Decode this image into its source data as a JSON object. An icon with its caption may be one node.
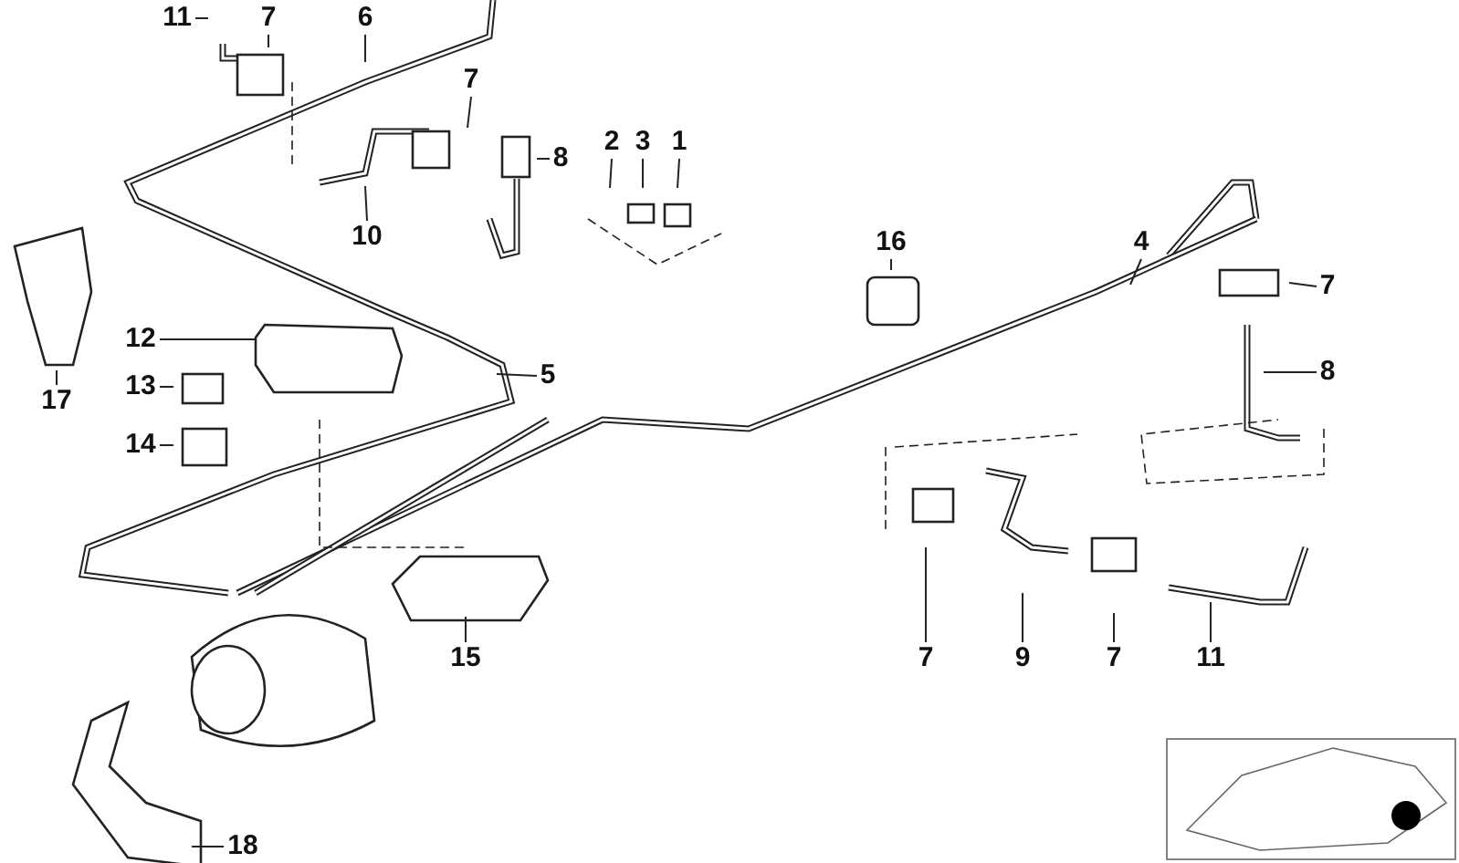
{
  "diagram": {
    "nodes": [
      {
        "text": [
          "11"
        ]
      },
      {
        "text": [
          "7"
        ]
      },
      {
        "text": [
          "6"
        ]
      },
      {
        "text": [
          "7"
        ]
      },
      {
        "text": [
          "8"
        ]
      },
      {
        "text": [
          "2"
        ]
      },
      {
        "text": [
          "3"
        ]
      },
      {
        "text": [
          "1"
        ]
      },
      {
        "text": [
          "10"
        ]
      },
      {
        "text": [
          "16"
        ]
      },
      {
        "text": [
          "4"
        ]
      },
      {
        "text": [
          "7"
        ]
      },
      {
        "text": [
          "12"
        ]
      },
      {
        "text": [
          "5"
        ]
      },
      {
        "text": [
          "8"
        ]
      },
      {
        "text": [
          "13"
        ]
      },
      {
        "text": [
          "17"
        ]
      },
      {
        "text": [
          "14"
        ]
      },
      {
        "text": [
          "15"
        ]
      },
      {
        "text": [
          "7"
        ]
      },
      {
        "text": [
          "9"
        ]
      },
      {
        "text": [
          "7"
        ]
      },
      {
        "text": [
          "11"
        ]
      },
      {
        "text": [
          "18"
        ]
      }
    ],
    "edges": [
      {
        "from": 0,
        "to": null,
        "arrow": "none"
      },
      {
        "from": 1,
        "to": null,
        "arrow": "none"
      },
      {
        "from": 2,
        "to": null,
        "arrow": "none"
      },
      {
        "from": 3,
        "to": null,
        "arrow": "none"
      },
      {
        "from": 4,
        "to": null,
        "arrow": "none"
      },
      {
        "from": 5,
        "to": null,
        "arrow": "none"
      },
      {
        "from": 6,
        "to": null,
        "arrow": "none"
      },
      {
        "from": 7,
        "to": null,
        "arrow": "none"
      },
      {
        "from": 8,
        "to": null,
        "arrow": "none"
      },
      {
        "from": 9,
        "to": null,
        "arrow": "none"
      },
      {
        "from": 10,
        "to": null,
        "arrow": "none"
      },
      {
        "from": 11,
        "to": null,
        "arrow": "none"
      },
      {
        "from": 12,
        "to": null,
        "arrow": "none"
      },
      {
        "from": 13,
        "to": null,
        "arrow": "none"
      },
      {
        "from": 14,
        "to": null,
        "arrow": "none"
      },
      {
        "from": 15,
        "to": null,
        "arrow": "none"
      },
      {
        "from": 16,
        "to": null,
        "arrow": "none"
      },
      {
        "from": 17,
        "to": null,
        "arrow": "none"
      },
      {
        "from": 18,
        "to": null,
        "arrow": "none"
      },
      {
        "from": 19,
        "to": null,
        "arrow": "none"
      },
      {
        "from": 20,
        "to": null,
        "arrow": "none"
      },
      {
        "from": 21,
        "to": null,
        "arrow": "none"
      },
      {
        "from": 22,
        "to": null,
        "arrow": "none"
      },
      {
        "from": 23,
        "to": null,
        "arrow": "none"
      }
    ]
  }
}
